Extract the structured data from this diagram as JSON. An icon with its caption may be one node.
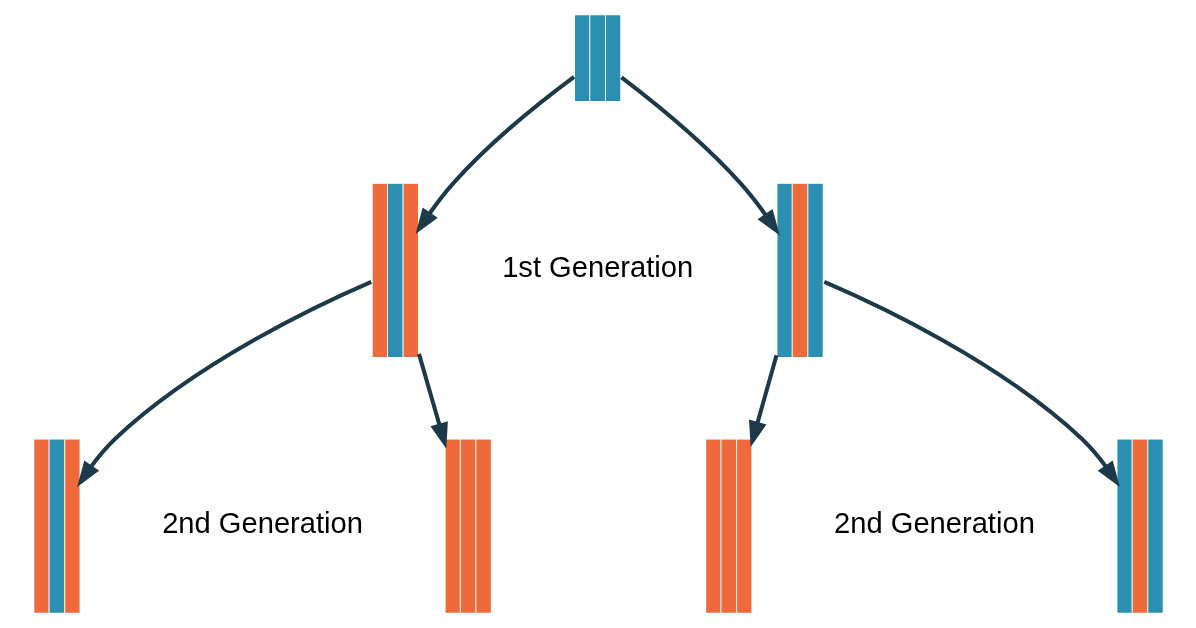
{
  "diagram": {
    "nodes": [
      {
        "text": [],
        "shape": "picture"
      },
      {
        "text": [],
        "shape": "picture"
      },
      {
        "text": [],
        "shape": "picture"
      },
      {
        "text": [],
        "shape": "picture"
      },
      {
        "text": [],
        "shape": "picture"
      },
      {
        "text": [],
        "shape": "picture"
      },
      {
        "text": [],
        "shape": "picture"
      }
    ],
    "edges": [
      {
        "from": 0,
        "to": 1,
        "arrow": "to"
      },
      {
        "from": 0,
        "to": 2,
        "arrow": "to"
      },
      {
        "from": 1,
        "to": 3,
        "arrow": "to"
      },
      {
        "from": 1,
        "to": 4,
        "arrow": "to"
      },
      {
        "from": 2,
        "to": 5,
        "arrow": "to"
      },
      {
        "from": 2,
        "to": 6,
        "arrow": "to"
      }
    ],
    "labels": [
      "1st Generation",
      "2nd Generation",
      "2nd Generation"
    ]
  }
}
